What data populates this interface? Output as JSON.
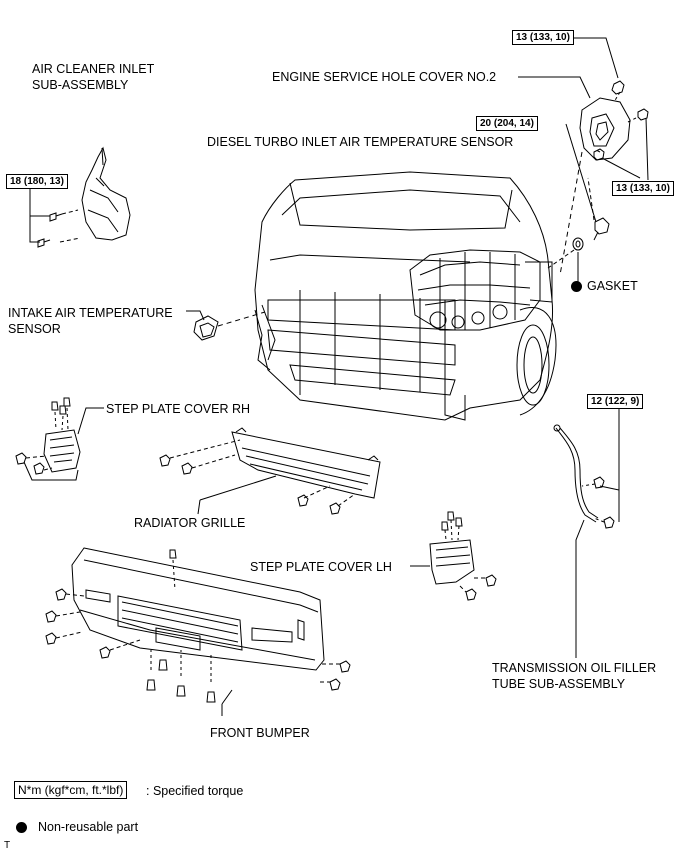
{
  "labels": {
    "air_cleaner_line1": "AIR CLEANER INLET",
    "air_cleaner_line2": "SUB-ASSEMBLY",
    "engine_cover": "ENGINE SERVICE HOLE COVER NO.2",
    "diesel_sensor": "DIESEL TURBO INLET AIR TEMPERATURE SENSOR",
    "gasket": "GASKET",
    "intake_line1": "INTAKE AIR TEMPERATURE",
    "intake_line2": "SENSOR",
    "step_rh": "STEP PLATE COVER RH",
    "grille": "RADIATOR GRILLE",
    "step_lh": "STEP PLATE COVER LH",
    "trans_line1": "TRANSMISSION OIL FILLER",
    "trans_line2": "TUBE SUB-ASSEMBLY",
    "bumper": "FRONT BUMPER"
  },
  "torques": {
    "t_top": "13 (133, 10)",
    "t_sensor": "20 (204, 14)",
    "t_cover": "13 (133, 10)",
    "t_air": "18 (180, 13)",
    "t_trans": "12 (122, 9)"
  },
  "legend": {
    "torque_unit": "N*m (kgf*cm, ft.*lbf)",
    "torque_text": ": Specified torque",
    "nonreusable": "Non-reusable part"
  },
  "footer_mark": "T"
}
